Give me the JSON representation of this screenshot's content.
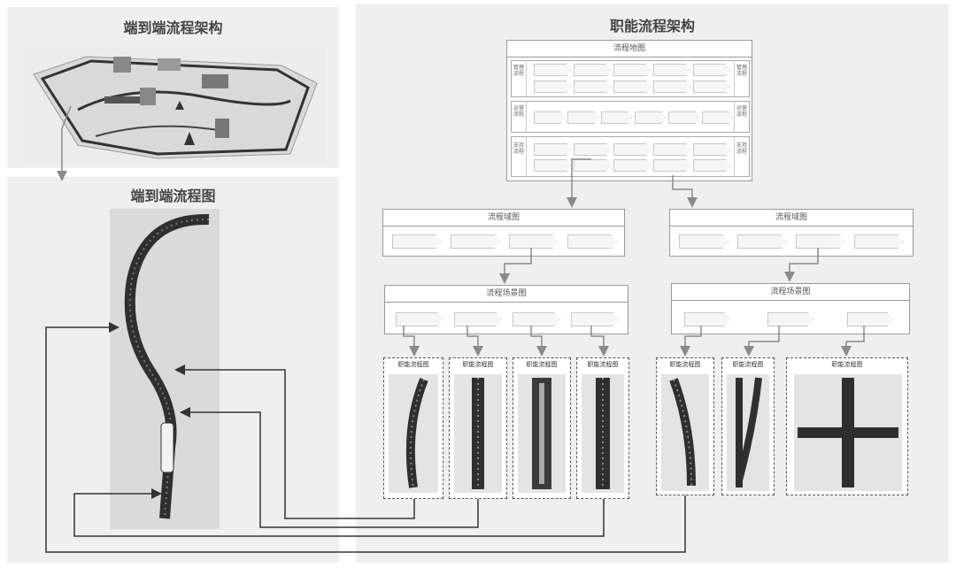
{
  "left_top": {
    "title": "端到端流程架构"
  },
  "left_bottom": {
    "title": "端到端流程图"
  },
  "right": {
    "title": "职能流程架构"
  },
  "process_map": {
    "title": "流程地图",
    "rows": [
      {
        "left_label": "管理流程",
        "right_label": "管理流程"
      },
      {
        "left_label": "运营流程",
        "right_label": "运营流程"
      },
      {
        "left_label": "支持流程",
        "right_label": "支持流程"
      }
    ]
  },
  "domain_left": {
    "title": "流程域图"
  },
  "domain_right": {
    "title": "流程域图"
  },
  "scene_left": {
    "title": "流程场景图"
  },
  "scene_right": {
    "title": "流程场景图"
  },
  "cards": [
    {
      "label": "职能流程图",
      "track": "curve"
    },
    {
      "label": "职能流程图",
      "track": "straight"
    },
    {
      "label": "职能流程图",
      "track": "straight-rail"
    },
    {
      "label": "职能流程图",
      "track": "straight"
    },
    {
      "label": "职能流程图",
      "track": "curve"
    },
    {
      "label": "职能流程图",
      "track": "switch"
    },
    {
      "label": "职能流程图",
      "track": "cross"
    }
  ],
  "colors": {
    "panel": "#efefef",
    "arrow": "#8a8a8a",
    "connector": "#333333",
    "track": "#2f2f2f"
  }
}
